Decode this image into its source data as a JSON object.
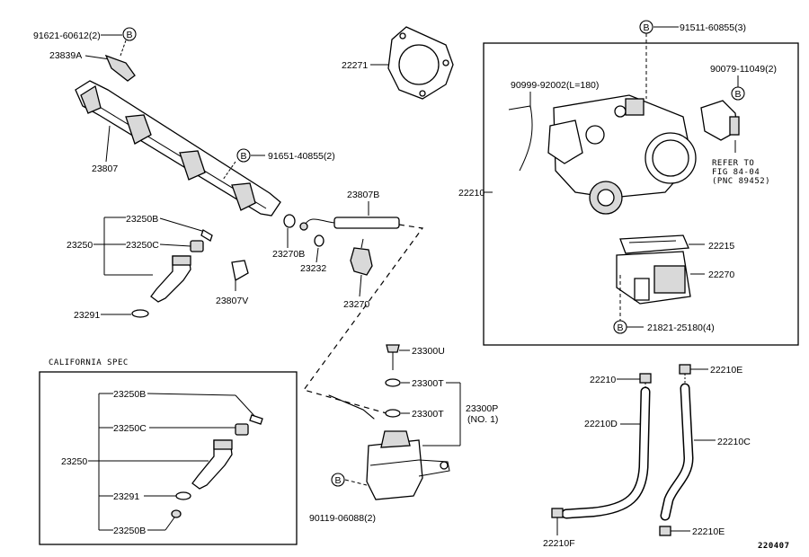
{
  "labels": {
    "p91621": "91621-60612(2)",
    "p23839A": "23839A",
    "p23807": "23807",
    "p91651": "91651-40855(2)",
    "p23250B_1": "23250B",
    "p23250": "23250",
    "p23250C_1": "23250C",
    "p23291_1": "23291",
    "p23807V": "23807V",
    "p22271": "22271",
    "p23807B": "23807B",
    "p23270B": "23270B",
    "p23232": "23232",
    "p23270": "23270",
    "p91511": "91511-60855(3)",
    "p90999": "90999-92002(L=180)",
    "p90079": "90079-11049(2)",
    "p22210_main": "22210",
    "refer1": "REFER TO",
    "refer2": "FIG 84-04",
    "refer3": "(PNC 89452)",
    "p22215": "22215",
    "p22270": "22270",
    "p21821": "21821-25180(4)",
    "p23300U": "23300U",
    "p23300T_1": "23300T",
    "p23300T_2": "23300T",
    "p23300P": "23300P",
    "p23300P_sub": "(NO. 1)",
    "p90119": "90119-06088(2)",
    "cal_title": "CALIFORNIA SPEC",
    "cal_23250B_1": "23250B",
    "cal_23250C": "23250C",
    "cal_23250": "23250",
    "cal_23291": "23291",
    "cal_23250B_2": "23250B",
    "p22210_hose": "22210",
    "p22210E_1": "22210E",
    "p22210D": "22210D",
    "p22210C": "22210C",
    "p22210F": "22210F",
    "p22210E_2": "22210E",
    "fig_no": "220407"
  },
  "marker_letter": "B"
}
